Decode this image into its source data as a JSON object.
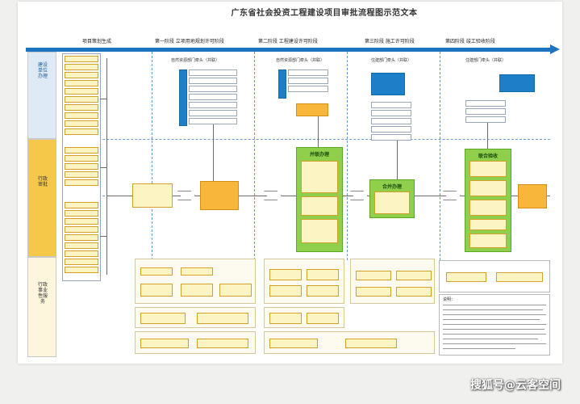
{
  "document": {
    "title": "广东省社会投资工程建设项目审批流程图示范文本"
  },
  "stages": {
    "planning": "项目策划生成",
    "stage1": "第一阶段 立项用地规划许可阶段",
    "stage2": "第二阶段 工程建设许可阶段",
    "stage3": "第三阶段 施工许可阶段",
    "stage4": "第四阶段 竣工验收阶段"
  },
  "sublabels": {
    "s1": "自然资源部门牵头（并联）",
    "s2": "自然资源部门牵头（并联）",
    "s3": "住建部门牵头（并联）",
    "s4": "住建部门牵头（并联）"
  },
  "lanes": {
    "top": "建设单位办理",
    "middle": "行政审批",
    "bottom": "行政事业性服务"
  },
  "center": {
    "parallel": "并联办理",
    "merge": "合并办理",
    "acceptance": "联合验收"
  },
  "notes": {
    "label": "说明："
  },
  "watermark": "搜狐号@云客空间",
  "colors": {
    "stage_bar": "#1e73be",
    "blue_box": "#1e7ec8",
    "yellow_box": "#fdf4c4",
    "orange_box": "#f8b63a",
    "green_box": "#8fcf4c"
  }
}
